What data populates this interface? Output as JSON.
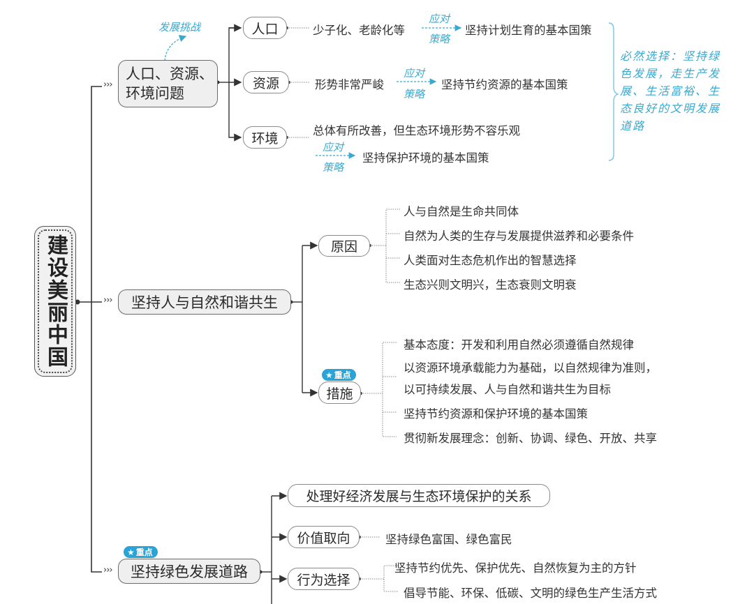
{
  "root": {
    "title": "建设美丽中国"
  },
  "branches": [
    {
      "label": "人口、资源、环境问题",
      "label_line1": "人口、资源、",
      "label_line2": "环境问题",
      "annotation": "发展挑战",
      "children": [
        {
          "label": "人口",
          "situation": "少子化、老龄化等",
          "arrow_top": "应对",
          "arrow_bottom": "策略",
          "policy": "坚持计划生育的基本国策"
        },
        {
          "label": "资源",
          "situation": "形势非常严峻",
          "arrow_top": "应对",
          "arrow_bottom": "策略",
          "policy": "坚持节约资源的基本国策"
        },
        {
          "label": "环境",
          "situation": "总体有所改善，但生态环境形势不容乐观",
          "arrow_top": "应对",
          "arrow_bottom": "策略",
          "policy": "坚持保护环境的基本国策"
        }
      ],
      "side_note": "必然选择：坚持绿色发展，走生产发展、生活富裕、生态良好的文明发展道路"
    },
    {
      "label": "坚持人与自然和谐共生",
      "children": [
        {
          "label": "原因",
          "items": [
            "人与自然是生命共同体",
            "自然为人类的生存与发展提供滋养和必要条件",
            "人类面对生态危机作出的智慧选择",
            "生态兴则文明兴，生态衰则文明衰"
          ]
        },
        {
          "label": "措施",
          "badge": "重点",
          "items": [
            "基本态度：开发和利用自然必须遵循自然规律",
            "以资源环境承载能力为基础，以自然规律为准则，",
            "以可持续发展、人与自然和谐共生为目标",
            "坚持节约资源和保护环境的基本国策",
            "贯彻新发展理念：创新、协调、绿色、开放、共享"
          ]
        }
      ]
    },
    {
      "label": "坚持绿色发展道路",
      "badge": "重点",
      "children": [
        {
          "label": "处理好经济发展与生态环境保护的关系"
        },
        {
          "label": "价值取向",
          "items": [
            "坚持绿色富国、绿色富民"
          ]
        },
        {
          "label": "行为选择",
          "items": [
            "坚持节约优先、保护优先、自然恢复为主的方针",
            "倡导节能、环保、低碳、文明的绿色生产生活方式"
          ]
        }
      ]
    }
  ],
  "colors": {
    "accent": "#2aa3d6",
    "line": "#333333",
    "handwriting": "#3aa9cf"
  }
}
